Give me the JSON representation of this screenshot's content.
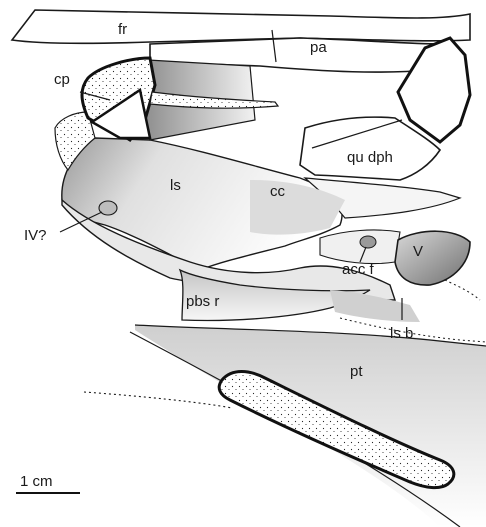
{
  "figure": {
    "labels": {
      "fr": "fr",
      "pa": "pa",
      "cp": "cp",
      "qu_dph": "qu dph",
      "ls": "ls",
      "cc": "cc",
      "iv": "IV?",
      "v": "V",
      "acc_f": "acc f",
      "pbs_r": "pbs r",
      "ls_b": "ls b",
      "pt": "pt"
    },
    "scale_bar": {
      "label": "1 cm"
    }
  }
}
